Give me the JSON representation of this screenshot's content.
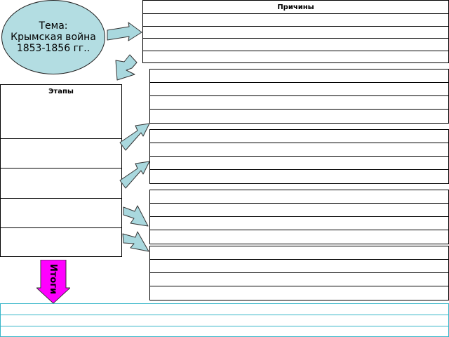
{
  "topic": {
    "label": "Тема:",
    "line1": "Крымская война",
    "line2": "1853-1856 гг.."
  },
  "causes": {
    "title": "Причины"
  },
  "stages": {
    "title": "Этапы"
  },
  "results": {
    "label": "Итоги"
  },
  "colors": {
    "ellipse_fill": "#b3dde2",
    "arrow_fill": "#a9d8de",
    "results_arrow": "#ff00ff",
    "bottom_grid": "#35b5c8"
  }
}
